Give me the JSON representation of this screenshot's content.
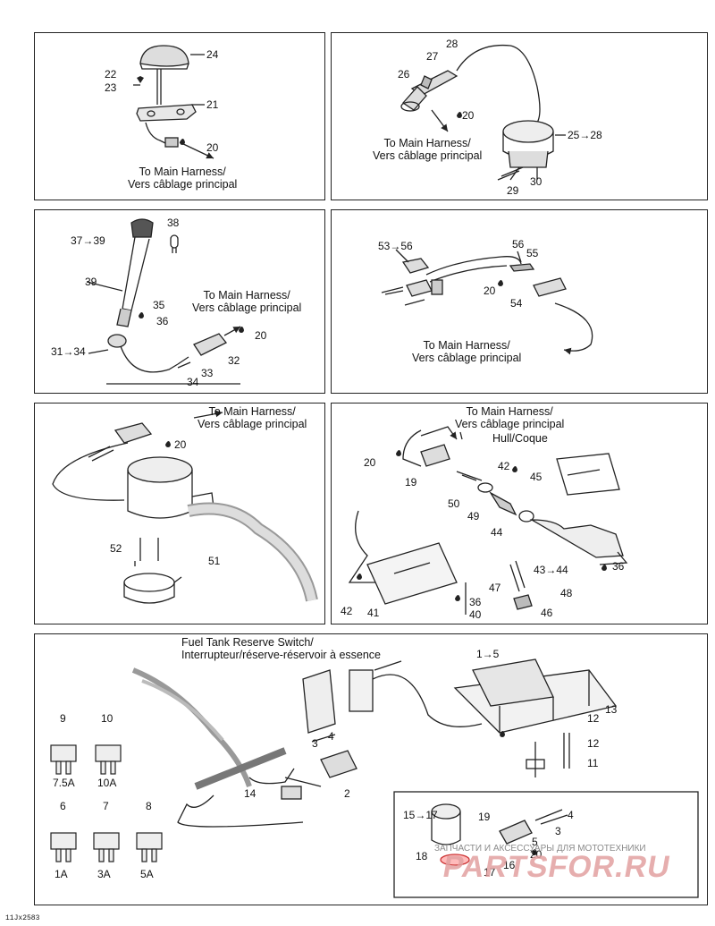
{
  "harness_caption": {
    "en": "To Main Harness/",
    "fr": "Vers câblage principal"
  },
  "hull_label": "Hull/Coque",
  "fuel_caption": {
    "en": "Fuel Tank Reserve Switch/",
    "fr": "Interrupteur/réserve-réservoir à essence"
  },
  "panel1": {
    "parts": [
      "24",
      "22",
      "23",
      "21",
      "20"
    ]
  },
  "panel2": {
    "parts": [
      "28",
      "27",
      "26",
      "20",
      "25→28",
      "30",
      "29"
    ]
  },
  "panel3": {
    "parts": [
      "38",
      "37→39",
      "39",
      "35",
      "36",
      "20",
      "31→34",
      "32",
      "33",
      "34"
    ]
  },
  "panel4": {
    "parts": [
      "53→56",
      "56",
      "55",
      "20",
      "54"
    ]
  },
  "panel5": {
    "parts": [
      "20",
      "52",
      "51"
    ]
  },
  "panel6": {
    "parts": [
      "42",
      "20",
      "19",
      "45",
      "50",
      "49",
      "44",
      "43→44",
      "36",
      "48",
      "47",
      "42",
      "41",
      "36",
      "40",
      "46"
    ]
  },
  "panel7": {
    "parts": [
      "1→5",
      "13",
      "12",
      "12",
      "11",
      "3",
      "4",
      "2",
      "14",
      "3",
      "4",
      "15→17",
      "19",
      "5",
      "18",
      "17",
      "16",
      "20"
    ],
    "fuses": [
      {
        "num": "9",
        "amp": "7.5A"
      },
      {
        "num": "10",
        "amp": "10A"
      },
      {
        "num": "6",
        "amp": "1A"
      },
      {
        "num": "7",
        "amp": "3A"
      },
      {
        "num": "8",
        "amp": "5A"
      }
    ]
  },
  "drawing_code": "11Jx2583",
  "watermark": {
    "top": "ЗАПЧАСТИ И АКСЕССУАРЫ ДЛЯ МОТОТЕХНИКИ",
    "logo": "PARTSFOR.RU"
  }
}
